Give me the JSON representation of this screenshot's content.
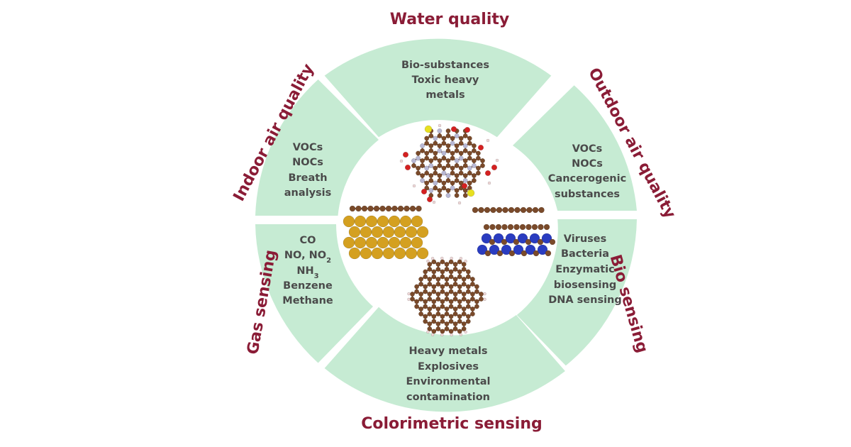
{
  "categories": [
    {
      "id": "water-quality",
      "title": "Water quality",
      "items": [
        "Bio-substances",
        "Toxic heavy",
        "metals"
      ]
    },
    {
      "id": "outdoor-air-quality",
      "title": "Outdoor air quality",
      "items": [
        "VOCs",
        "NOCs",
        "Cancerogenic",
        "substances"
      ]
    },
    {
      "id": "bio-sensing",
      "title": "Bio sensing",
      "items": [
        "Viruses",
        "Bacteria",
        "Enzymatic",
        "biosensing",
        "DNA sensing"
      ]
    },
    {
      "id": "colorimetric-sensing",
      "title": "Colorimetric sensing",
      "items": [
        "Heavy metals",
        "Explosives",
        "Environmental",
        "contamination"
      ]
    },
    {
      "id": "gas-sensing",
      "title": "Gas sensing",
      "items": [
        "CO",
        "NO, NO2",
        "NH3",
        "Benzene",
        "Methane"
      ]
    },
    {
      "id": "indoor-air-quality",
      "title": "Indoor air quality",
      "items": [
        "VOCs",
        "NOCs",
        "Breath",
        "analysis"
      ]
    }
  ],
  "colors": {
    "segment_fill": "#c6ebd3",
    "title": "#8a1c36",
    "item_text": "#4a4a4a",
    "carbon": "#7a4a2a",
    "oxygen": "#d42020",
    "nitrogen": "#b8b8d4",
    "sulfur": "#e8e020",
    "hydrogen": "#f0d8d8",
    "gold": "#d4a020",
    "nitride_blue": "#2a3cc0"
  }
}
